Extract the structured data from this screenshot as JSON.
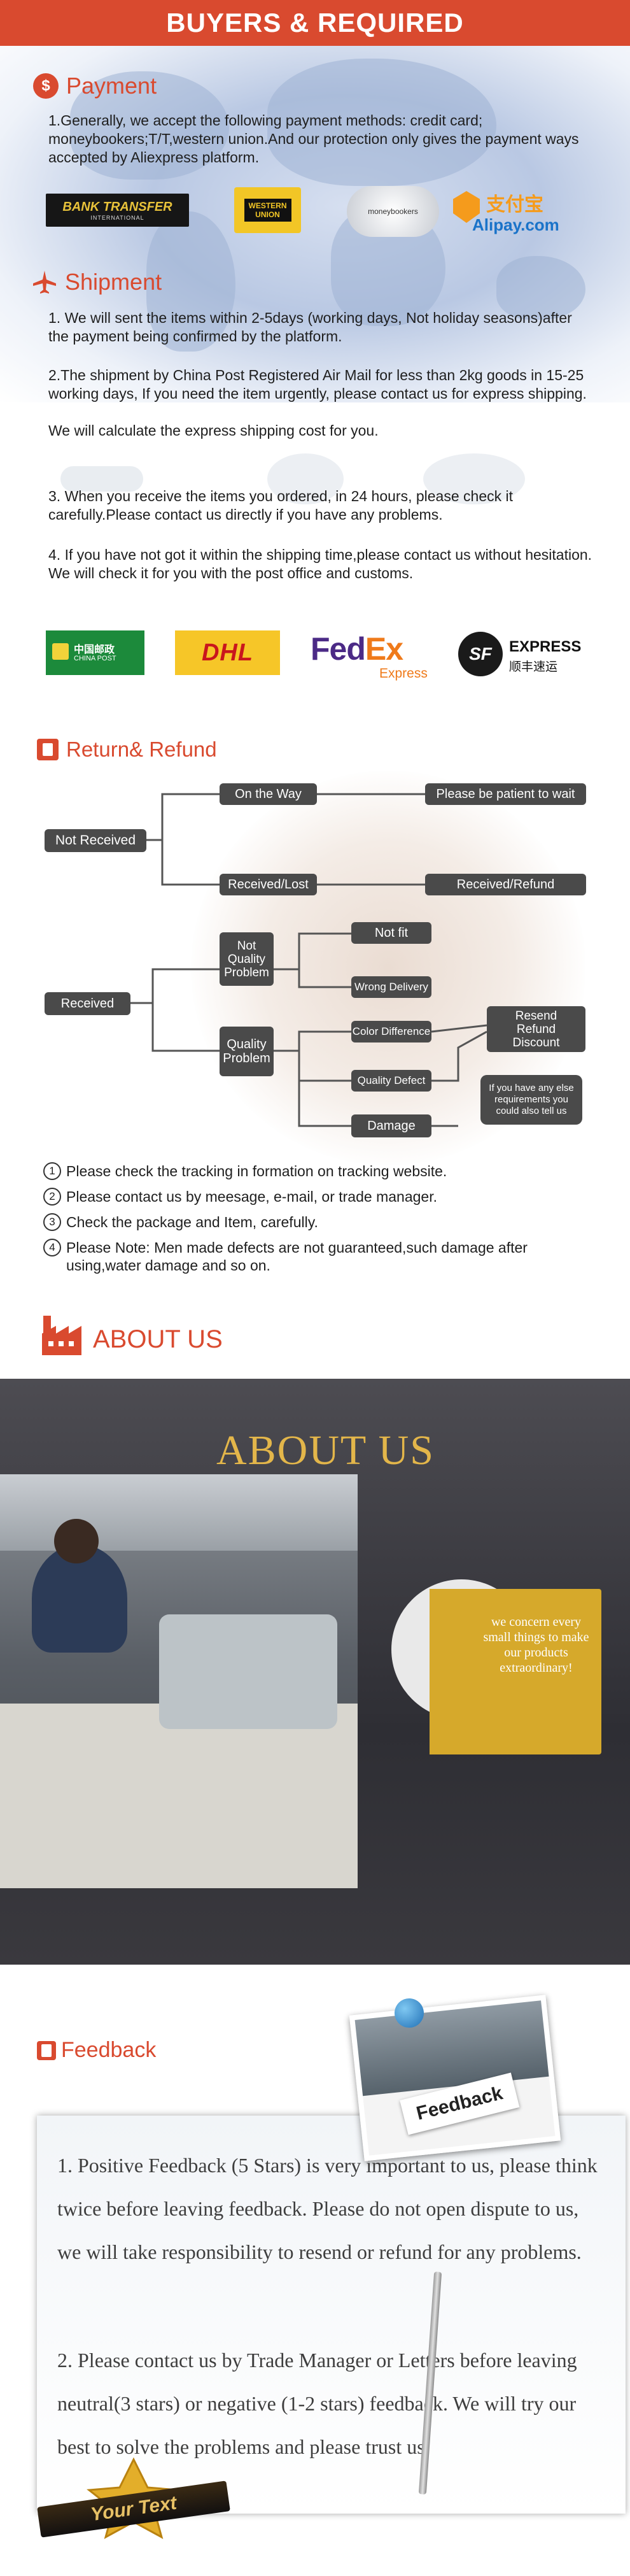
{
  "banner": {
    "title": "BUYERS & REQUIRED"
  },
  "payment": {
    "icon_text": "$",
    "heading": "Payment",
    "text": "1.Generally, we accept the following payment methods: credit card; moneybookers;T/T,western union.And our protection only gives the payment ways accepted by Aliexpress platform.",
    "logos": {
      "bank_transfer": "BANK TRANSFER",
      "bank_transfer_sub": "INTERNATIONAL",
      "western_union": "WESTERN UNION",
      "moneybookers": "moneybookers",
      "alipay_cn": "支付宝",
      "alipay": "Alipay.com"
    }
  },
  "shipment": {
    "heading": "Shipment",
    "p1": "1. We will sent the items within 2-5days (working days, Not holiday seasons)after the payment being confirmed by the platform.",
    "p2": "2.The shipment by China Post Registered Air Mail for less than  2kg goods in 15-25 working days, If  you need the item urgently, please contact us for express shipping.",
    "p2b": "We will calculate the express shipping cost for you.",
    "p3": "3. When you receive the items you ordered, in 24 hours, please check  it carefully.Please contact us directly if you have any problems.",
    "p4": "4. If you have not got it within the shipping time,please contact us without hesitation. We will check it for you with the post office and customs.",
    "carriers": {
      "china_post_cn": "中国邮政",
      "china_post": "CHINA POST",
      "dhl": "DHL",
      "fedex_fed": "Fed",
      "fedex_ex": "Ex",
      "fedex_sub": "Express",
      "sf_mark": "SF",
      "sf_name": "EXPRESS",
      "sf_cn": "顺丰速运"
    }
  },
  "refund": {
    "heading": "Return& Refund",
    "not_received": "Not Received",
    "on_the_way": "On the Way",
    "be_patient": "Please be patient to wait",
    "received_lost": "Received/Lost",
    "received_refund": "Received/Refund",
    "received": "Received",
    "not_quality": "Not\nQuality\nProblem",
    "quality": "Quality\nProblem",
    "not_fit": "Not fit",
    "wrong_delivery": "Wrong Delivery",
    "color_difference": "Color Difference",
    "quality_defect": "Quality Defect",
    "damage": "Damage",
    "resend": "Resend\nRefund\nDiscount",
    "else_req": "If you have any else requirements you could also tell us",
    "notes": [
      {
        "num": "1",
        "text": "Please check the tracking in formation on tracking website."
      },
      {
        "num": "2",
        "text": "Please contact us by meesage, e-mail, or trade manager."
      },
      {
        "num": "3",
        "text": "Check the package and Item, carefully."
      },
      {
        "num": "4",
        "text": "Please Note: Men made defects  are not guaranteed,such damage after using,water damage and so on."
      }
    ]
  },
  "about": {
    "heading": "ABOUT US",
    "banner_title": "ABOUT  US",
    "quote": "we concern every small things to make our products extraordinary!"
  },
  "feedback": {
    "heading": "Feedback",
    "note_label": "Feedback",
    "p1": "1. Positive Feedback (5 Stars) is very important to us, please think twice before leaving feedback. Please do not open dispute to us,   we will take responsibility to resend or refund for any problems.",
    "p2": "2. Please contact us by Trade Manager or Letters before leaving neutral(3 stars) or negative (1-2 stars) feedback. We will try our best to solve the problems and please trust us",
    "badge": "Your Text"
  },
  "colors": {
    "accent": "#d94a2f",
    "pill": "#4a4a4a",
    "quote_bg": "#d6a92b"
  }
}
